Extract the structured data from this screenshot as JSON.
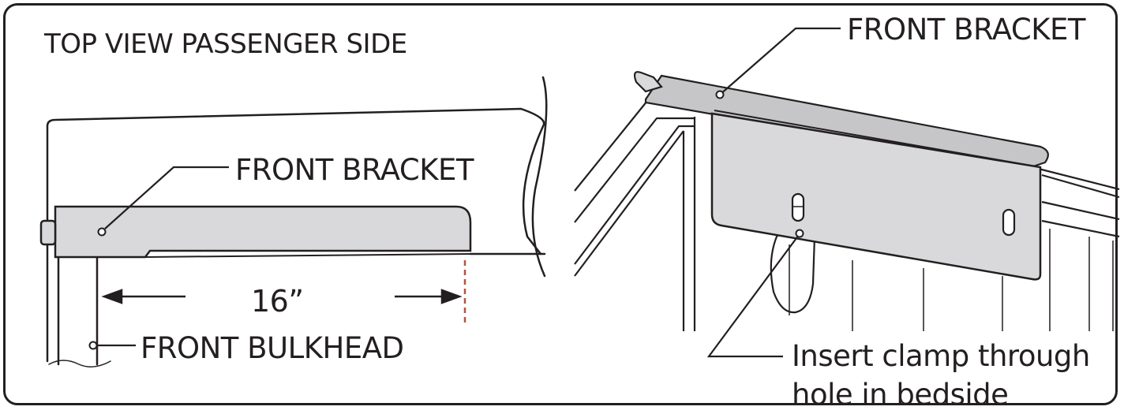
{
  "labels": {
    "title": "TOP VIEW PASSENGER SIDE",
    "front_bracket_left": "FRONT BRACKET",
    "dimension": "16”",
    "front_bulkhead": "FRONT BULKHEAD",
    "front_bracket_right": "FRONT BRACKET",
    "insert_line1": "Insert clamp through",
    "insert_line2": "hole in bedside"
  },
  "colors": {
    "outline": "#231f20",
    "bracket_fill": "#d9d9db",
    "bracket_shade": "#c6c6c9",
    "dashed_marker": "#b5553a"
  }
}
